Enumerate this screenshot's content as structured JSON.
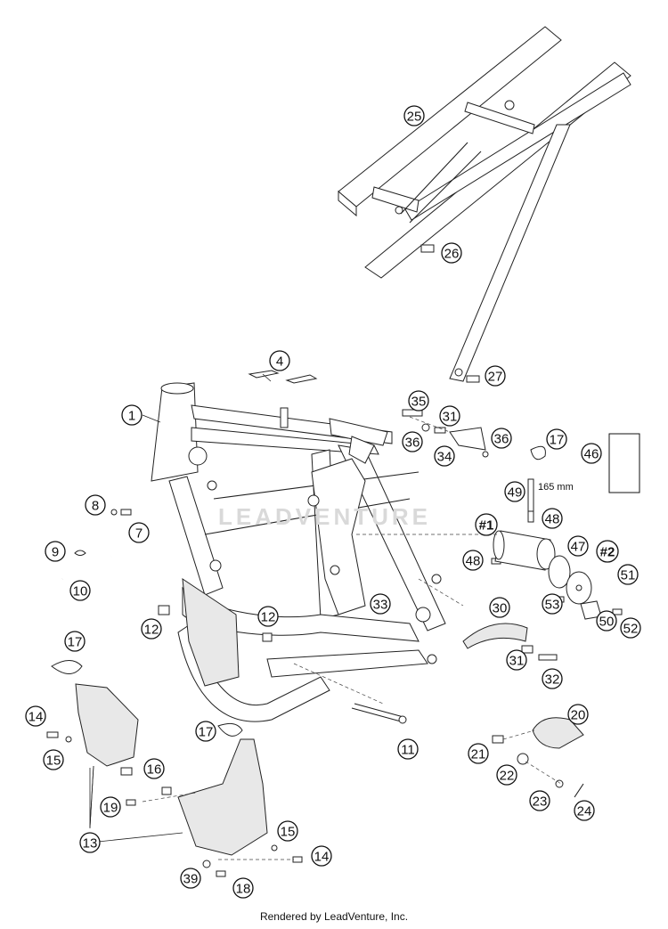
{
  "callouts": [
    {
      "id": "c1",
      "label": "1"
    },
    {
      "id": "c4",
      "label": "4"
    },
    {
      "id": "c7",
      "label": "7"
    },
    {
      "id": "c8",
      "label": "8"
    },
    {
      "id": "c9",
      "label": "9"
    },
    {
      "id": "c10",
      "label": "10"
    },
    {
      "id": "c11",
      "label": "11"
    },
    {
      "id": "c12a",
      "label": "12"
    },
    {
      "id": "c12b",
      "label": "12"
    },
    {
      "id": "c13",
      "label": "13"
    },
    {
      "id": "c14a",
      "label": "14"
    },
    {
      "id": "c14b",
      "label": "14"
    },
    {
      "id": "c15a",
      "label": "15"
    },
    {
      "id": "c15b",
      "label": "15"
    },
    {
      "id": "c16",
      "label": "16"
    },
    {
      "id": "c17a",
      "label": "17"
    },
    {
      "id": "c17b",
      "label": "17"
    },
    {
      "id": "c17c",
      "label": "17"
    },
    {
      "id": "c18",
      "label": "18"
    },
    {
      "id": "c19",
      "label": "19"
    },
    {
      "id": "c20",
      "label": "20"
    },
    {
      "id": "c21",
      "label": "21"
    },
    {
      "id": "c22",
      "label": "22"
    },
    {
      "id": "c23",
      "label": "23"
    },
    {
      "id": "c24",
      "label": "24"
    },
    {
      "id": "c25",
      "label": "25"
    },
    {
      "id": "c26",
      "label": "26"
    },
    {
      "id": "c27",
      "label": "27"
    },
    {
      "id": "c30",
      "label": "30"
    },
    {
      "id": "c31a",
      "label": "31"
    },
    {
      "id": "c31b",
      "label": "31"
    },
    {
      "id": "c32",
      "label": "32"
    },
    {
      "id": "c33",
      "label": "33"
    },
    {
      "id": "c34",
      "label": "34"
    },
    {
      "id": "c35",
      "label": "35"
    },
    {
      "id": "c36a",
      "label": "36"
    },
    {
      "id": "c36b",
      "label": "36"
    },
    {
      "id": "c39",
      "label": "39"
    },
    {
      "id": "c46",
      "label": "46"
    },
    {
      "id": "c47",
      "label": "47"
    },
    {
      "id": "c48a",
      "label": "48"
    },
    {
      "id": "c48b",
      "label": "48"
    },
    {
      "id": "c49",
      "label": "49"
    },
    {
      "id": "c50",
      "label": "50"
    },
    {
      "id": "c51",
      "label": "51"
    },
    {
      "id": "c52",
      "label": "52"
    },
    {
      "id": "c53",
      "label": "53"
    },
    {
      "id": "h1a",
      "label": "#1"
    },
    {
      "id": "h2a",
      "label": "#2"
    },
    {
      "id": "h1b",
      "label": "#1"
    },
    {
      "id": "h2b",
      "label": "#2"
    }
  ],
  "dimension_label": "165 mm",
  "watermark": "LEADVENTURE",
  "footer": "Rendered by LeadVenture, Inc."
}
